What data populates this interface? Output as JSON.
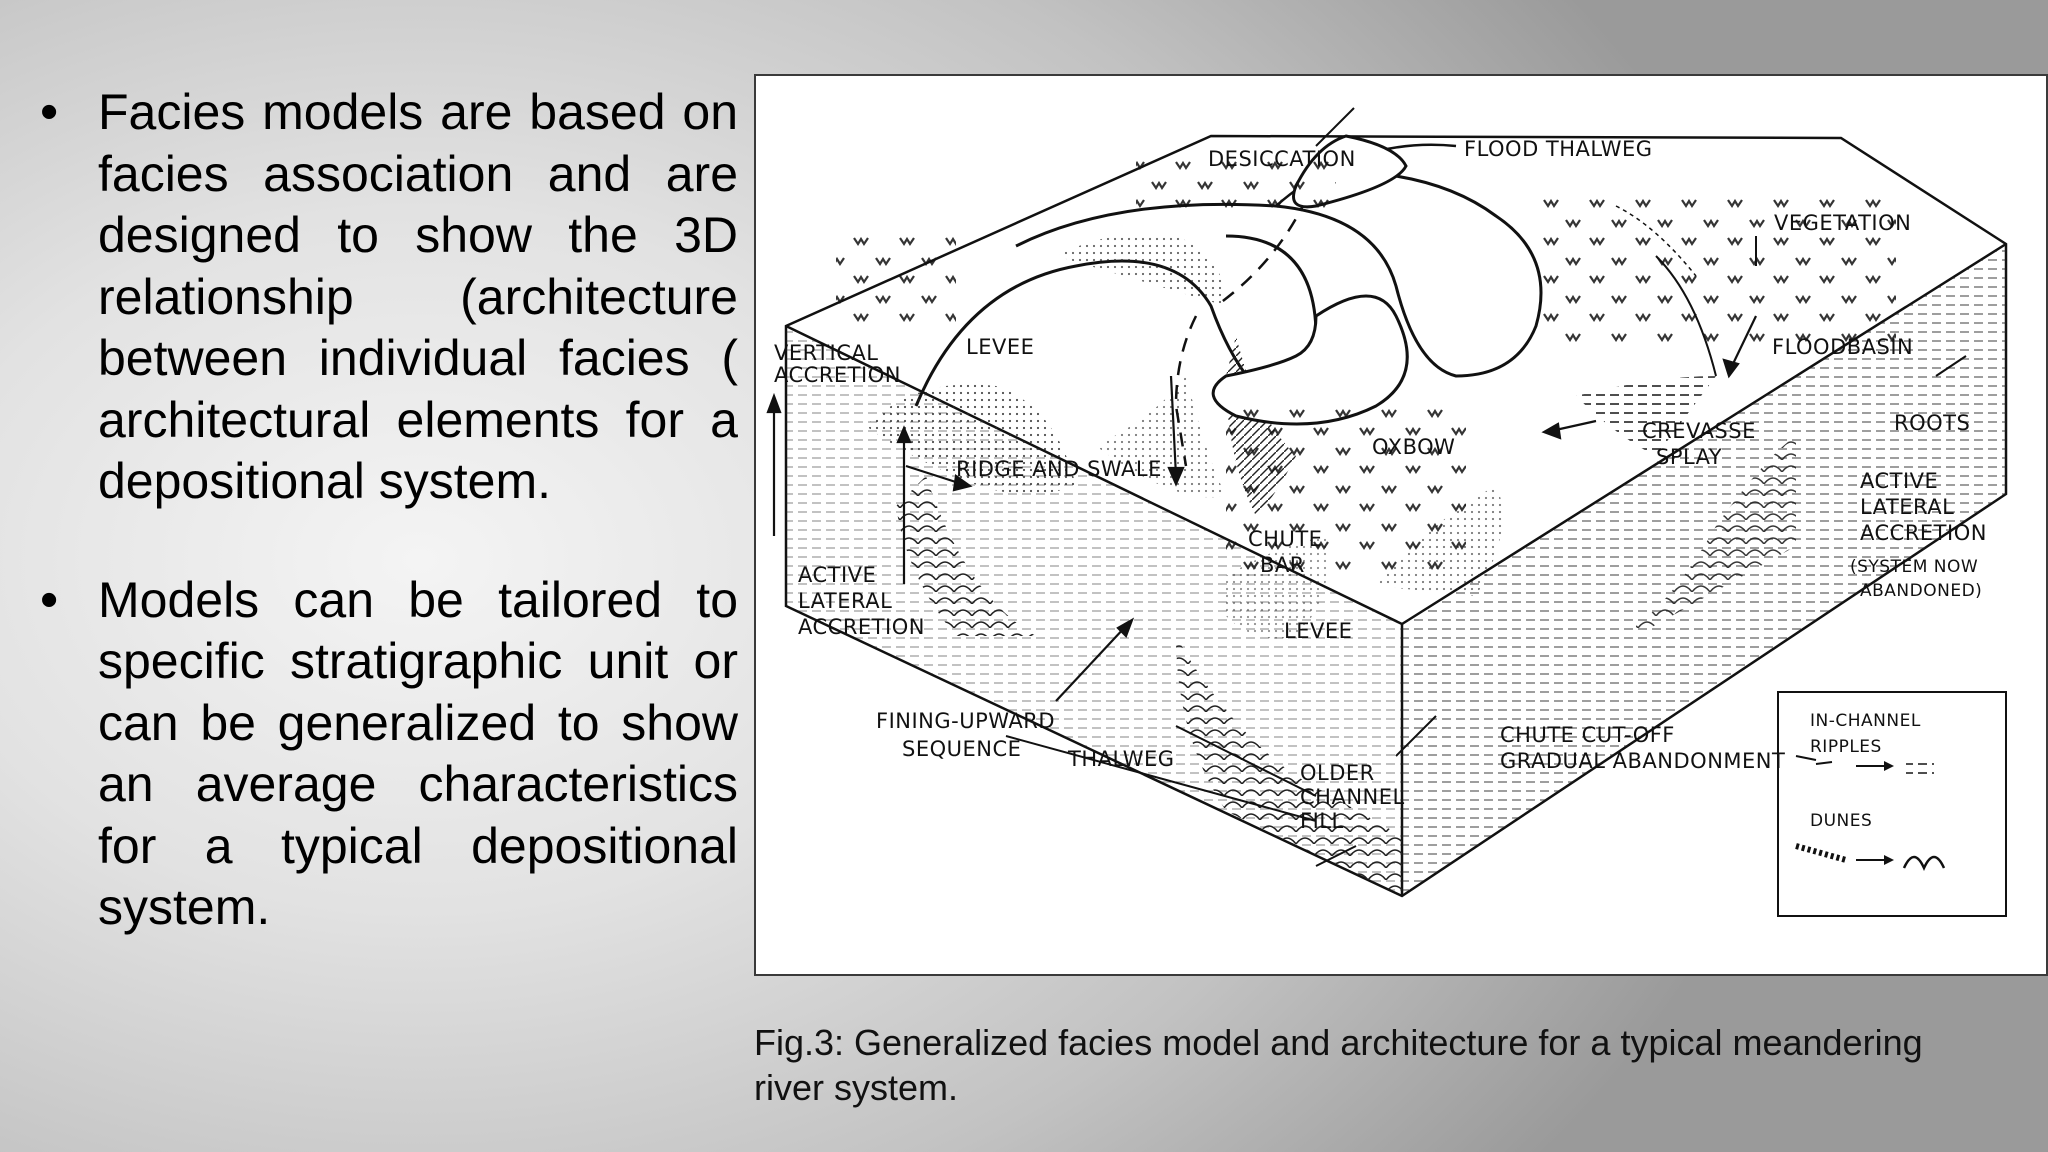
{
  "slide": {
    "bullets": [
      {
        "marker": "•",
        "text": "Facies models are based on facies association and are designed to show the 3D relationship (architecture between individual facies ( architectural elements for a depositional system."
      },
      {
        "marker": "•",
        "text": "Models can be tailored to specific stratigraphic unit or can be generalized to show an average characteristics for a typical depositional system."
      }
    ],
    "caption": "Fig.3:  Generalized facies model and architecture for a typical meandering river system."
  },
  "figure": {
    "labels": {
      "desiccation": "DESICCATION",
      "flood_thalweg": "FLOOD THALWEG",
      "vegetation": "VEGETATION",
      "vertical": "VERTICAL",
      "accretion": "ACCRETION",
      "levee_left": "LEVEE",
      "floodbasin": "FLOODBASIN",
      "roots": "ROOTS",
      "oxbow": "OXBOW",
      "crevasse": "CREVASSE",
      "splay": "SPLAY",
      "ridge_and_swale": "RIDGE AND SWALE",
      "active_right": "ACTIVE",
      "lateral_right": "LATERAL",
      "accretion_right": "ACCRETION",
      "system_now": "(SYSTEM NOW",
      "abandoned": "ABANDONED)",
      "chute": "CHUTE",
      "bar": "BAR",
      "active_left": "ACTIVE",
      "lateral_left": "LATERAL",
      "accretion_left": "ACCRETION",
      "levee_center": "LEVEE",
      "fining_upward": "FINING-UPWARD",
      "sequence": "SEQUENCE",
      "thalweg": "THALWEG",
      "chute_cut_off": "CHUTE CUT-OFF",
      "gradual_abandonment": "GRADUAL ABANDONMENT",
      "older": "OLDER",
      "channel": "CHANNEL",
      "fill": "FILL",
      "in_channel": "IN-CHANNEL",
      "ripples": "RIPPLES",
      "dunes": "DUNES"
    }
  }
}
